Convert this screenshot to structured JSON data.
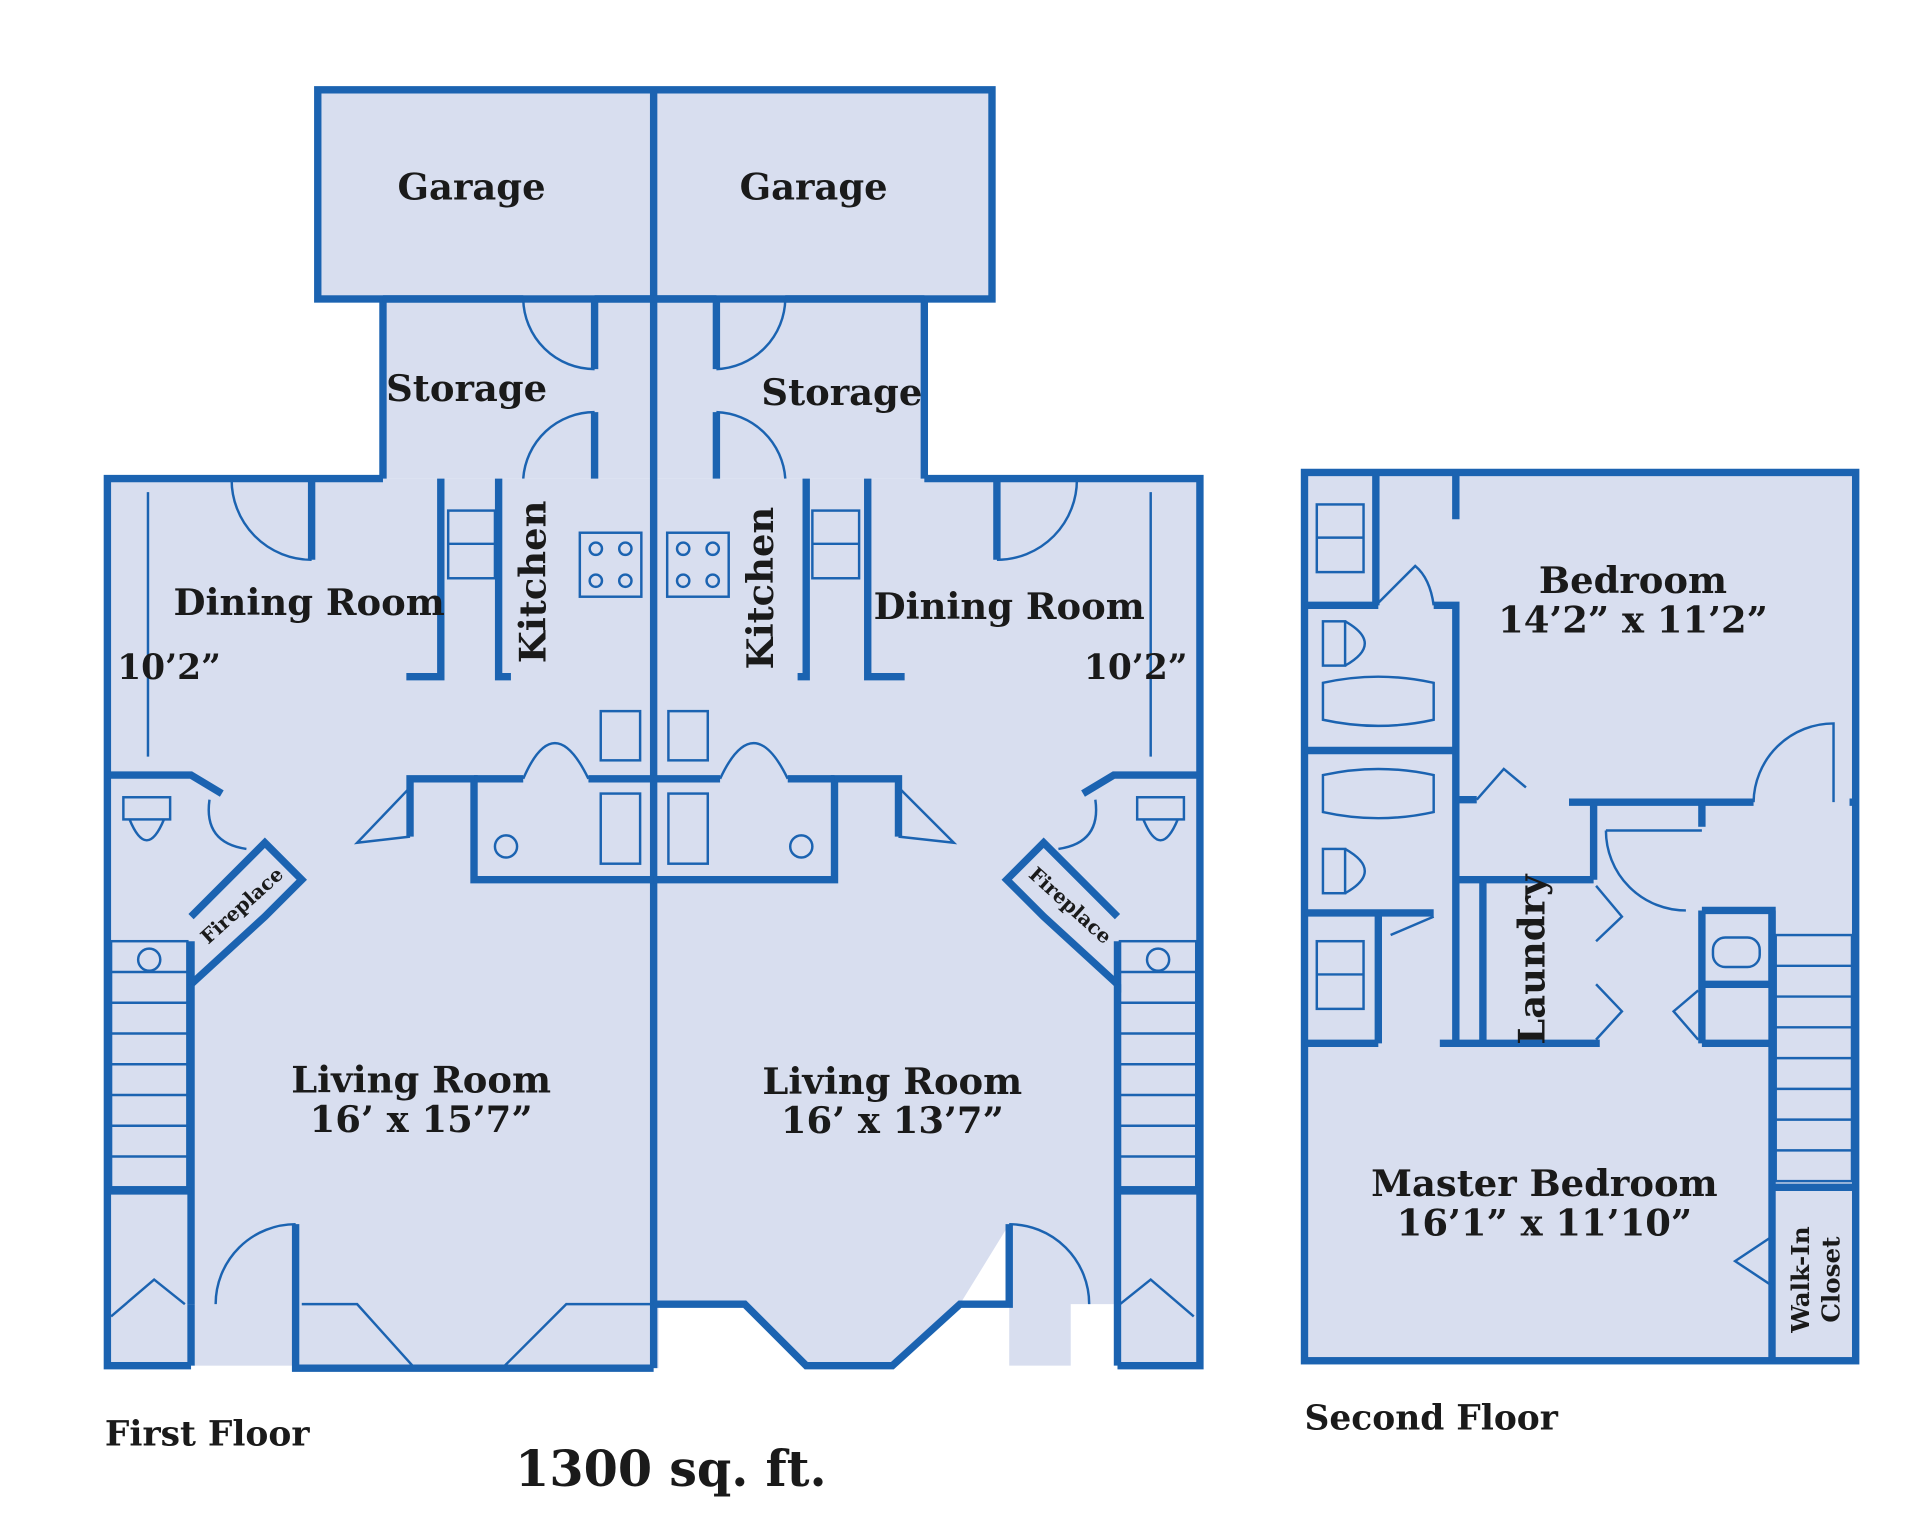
{
  "colors": {
    "wall": "#1b63b1",
    "floor": "#d8deef"
  },
  "first_floor": {
    "title": "First Floor",
    "garage_left": "Garage",
    "garage_right": "Garage",
    "storage_left": "Storage",
    "storage_right": "Storage",
    "kitchen_left": "Kitchen",
    "kitchen_right": "Kitchen",
    "dining_left": "Dining Room",
    "dining_right": "Dining Room",
    "dining_dim_left": "10’2”",
    "dining_dim_right": "10’2”",
    "fireplace_left": "Fireplace",
    "fireplace_right": "Fireplace",
    "living_left": "Living Room",
    "living_left_dim": "16’ x 15’7”",
    "living_right": "Living Room",
    "living_right_dim": "16’ x 13’7”"
  },
  "second_floor": {
    "title": "Second Floor",
    "bedroom": "Bedroom",
    "bedroom_dim": "14’2”  x 11’2”",
    "laundry": "Laundry",
    "master": "Master Bedroom",
    "master_dim": "16’1”  x 11’10”",
    "closet_line1": "Walk-In",
    "closet_line2": "Closet"
  },
  "area": "1300 sq. ft."
}
